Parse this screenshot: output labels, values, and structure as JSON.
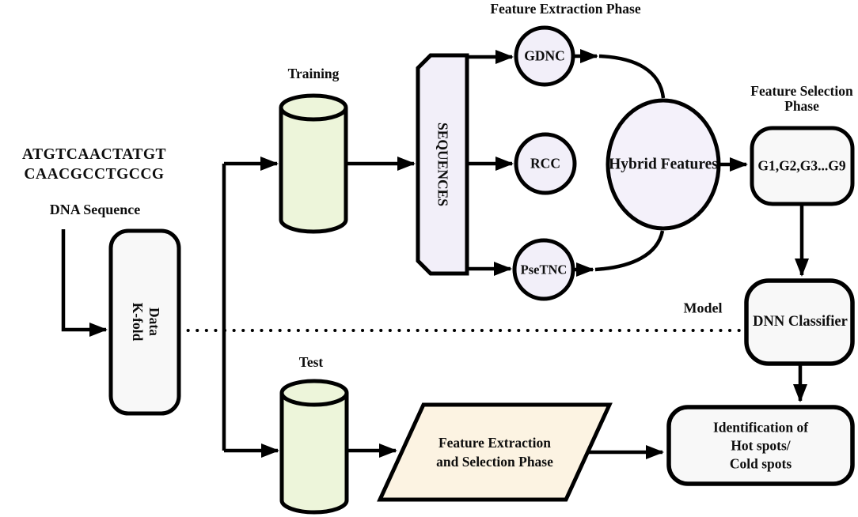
{
  "diagram": {
    "dna": {
      "sequence": "ATGTCAACTATGT\nCAACGCCTGCCG",
      "label": "DNA Sequence"
    },
    "kfold": {
      "label": "Data\nK-fold"
    },
    "training_store": {
      "label": "Training"
    },
    "test_store": {
      "label": "Test"
    },
    "sequences_block": {
      "label": "SEQUENCES"
    },
    "phase_titles": {
      "feature_extraction": "Feature Extraction Phase",
      "feature_selection": "Feature Selection\nPhase"
    },
    "extractors": {
      "gdnc": "GDNC",
      "rcc": "RCC",
      "psetnc": "PseTNC"
    },
    "hybrid_features": {
      "label": "Hybrid Features"
    },
    "selected_features": {
      "label": "G1,G2,G3...G9"
    },
    "model_label": "Model",
    "dnn_classifier": {
      "label": "DNN Classifier"
    },
    "identification": {
      "label": "Identification of Hot spots/\nCold spots"
    },
    "test_pipeline": {
      "label": "Feature Extraction\nand Selection Phase"
    },
    "colors": {
      "cylinder_fill": "#edf5da",
      "node_fill": "#f2eff9",
      "box_fill": "#f8f8f8",
      "parallelogram_fill": "#fcf3e2",
      "line": "#000000"
    }
  }
}
